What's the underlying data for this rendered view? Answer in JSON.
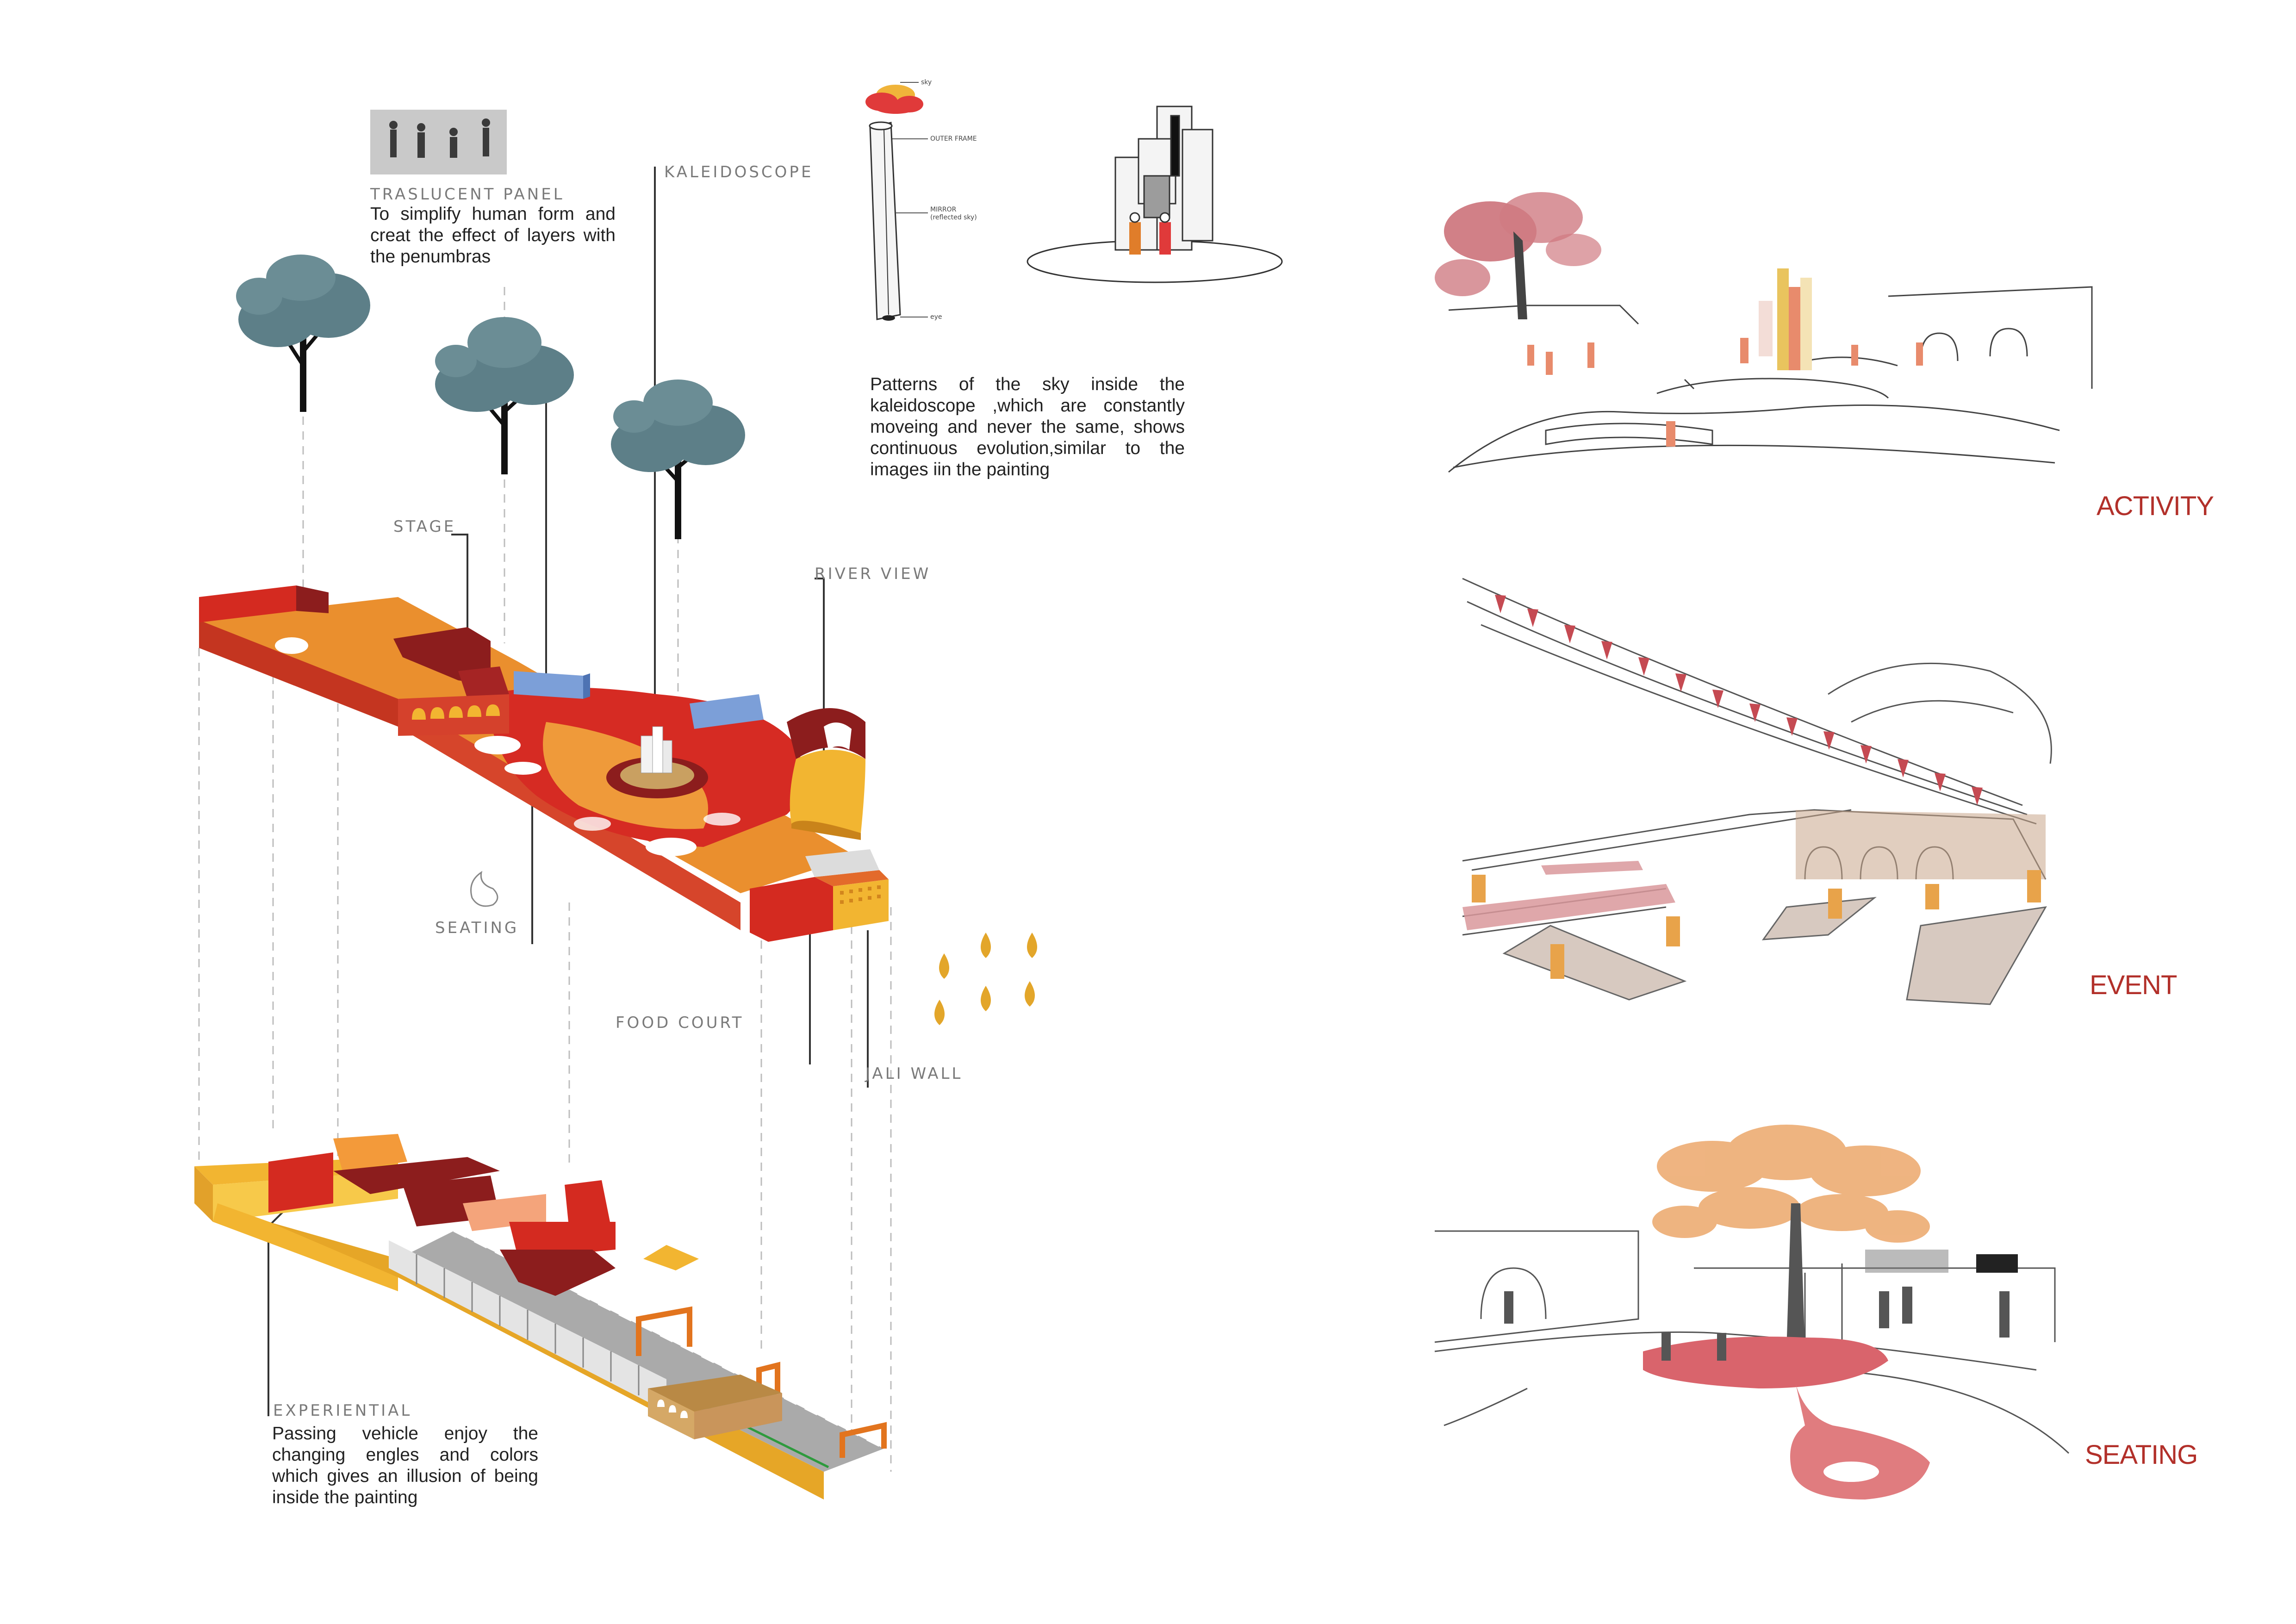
{
  "labels": {
    "translucent_panel": "TRASLUCENT PANEL",
    "kaleidoscope": "KALEIDOSCOPE",
    "stage": "STAGE",
    "river_view": "RIVER VIEW",
    "seating": "SEATING",
    "food_court": "FOOD COURT",
    "jali_wall": "JALI WALL",
    "experiential": "EXPERIENTIAL"
  },
  "texts": {
    "translucent_desc": "To simplify human form and creat the effect of layers with the penumbras",
    "kaleidoscope_desc": "Patterns of the sky inside the kaleidoscope ,which are constantly moveing and never the same, shows continuous evolution,similar to the images iin the painting",
    "experiential_desc": "Passing vehicle enjoy the changing engles and colors which gives an illusion of being inside the painting"
  },
  "kaleidoscope_diagram": {
    "sky": "sky",
    "outer_frame": "OUTER FRAME",
    "mirror": "MIRROR",
    "mirror_note": "(reflected sky)",
    "eye": "eye"
  },
  "sketch_captions": {
    "activity": "ACTIVITY",
    "event": "EVENT",
    "seating": "SEATING"
  },
  "colors": {
    "orange": "#e8892a",
    "red": "#d42a20",
    "maroon": "#8c1d1d",
    "yellow": "#f2b531",
    "blue": "#7c9fd8",
    "tree": "#5d7f88",
    "caption": "#b2302a"
  }
}
